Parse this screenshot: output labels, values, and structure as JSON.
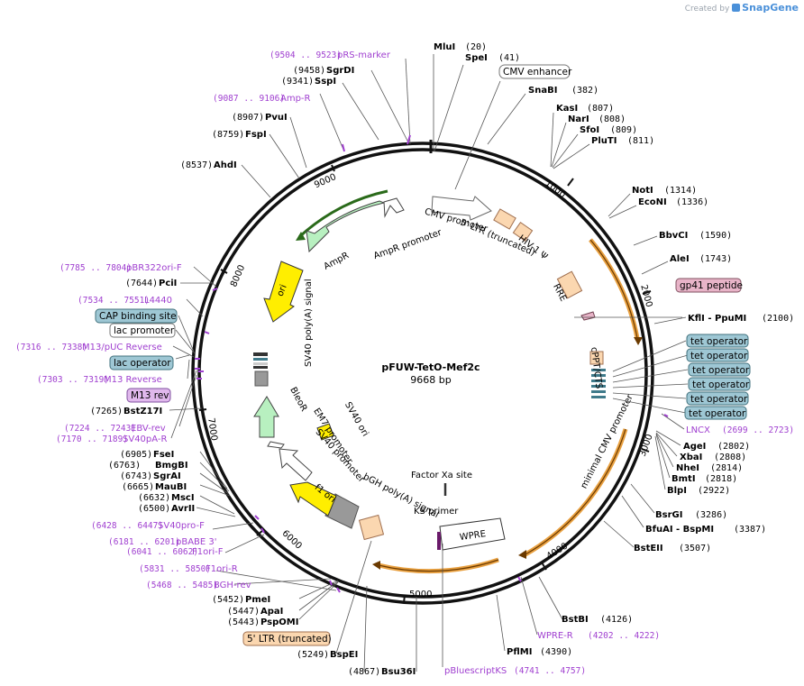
{
  "brand": {
    "created_by": "Created by",
    "name": "SnapGene"
  },
  "plasmid": {
    "name": "pFUW-TetO-Mef2c",
    "size": "9668 bp",
    "length": 9668
  },
  "colors": {
    "backbone": "#111111",
    "enzyme_line": "#555555",
    "purple": "#a040d0",
    "orange_arrow": "#e8a040",
    "green_feature": "#b8f0c0",
    "yellow_feature": "#ffee00",
    "blue_box": "#9ec7d4",
    "pink_box": "#e8b4c8",
    "peach_feature": "#fbd7b0"
  },
  "scale_ticks": [
    "1000",
    "2000",
    "3000",
    "4000",
    "5000",
    "6000",
    "7000",
    "8000",
    "9000"
  ],
  "enzymes": [
    {
      "name": "MluI",
      "pos": "(20)"
    },
    {
      "name": "SpeI",
      "pos": "(41)"
    },
    {
      "name": "SnaBI",
      "pos": "(382)"
    },
    {
      "name": "KasI",
      "pos": "(807)"
    },
    {
      "name": "NarI",
      "pos": "(808)"
    },
    {
      "name": "SfoI",
      "pos": "(809)"
    },
    {
      "name": "PluTI",
      "pos": "(811)"
    },
    {
      "name": "NotI",
      "pos": "(1314)"
    },
    {
      "name": "EcoNI",
      "pos": "(1336)"
    },
    {
      "name": "BbvCI",
      "pos": "(1590)"
    },
    {
      "name": "AleI",
      "pos": "(1743)"
    },
    {
      "name": "KflI - PpuMI",
      "pos": "(2100)"
    },
    {
      "name": "AgeI",
      "pos": "(2802)"
    },
    {
      "name": "XbaI",
      "pos": "(2808)"
    },
    {
      "name": "NheI",
      "pos": "(2814)"
    },
    {
      "name": "BmtI",
      "pos": "(2818)"
    },
    {
      "name": "BlpI",
      "pos": "(2922)"
    },
    {
      "name": "BsrGI",
      "pos": "(3286)"
    },
    {
      "name": "BfuAI - BspMI",
      "pos": "(3387)"
    },
    {
      "name": "BstEII",
      "pos": "(3507)"
    },
    {
      "name": "BstBI",
      "pos": "(4126)"
    },
    {
      "name": "PflMI",
      "pos": "(4390)"
    },
    {
      "name": "Bsu36I",
      "pos": "(4867)"
    },
    {
      "name": "BspEI",
      "pos": "(5249)"
    },
    {
      "name": "PspOMI",
      "pos": "(5443)"
    },
    {
      "name": "ApaI",
      "pos": "(5447)"
    },
    {
      "name": "PmeI",
      "pos": "(5452)"
    },
    {
      "name": "AvrII",
      "pos": "(6500)"
    },
    {
      "name": "MscI",
      "pos": "(6632)"
    },
    {
      "name": "MauBI",
      "pos": "(6665)"
    },
    {
      "name": "SgrAI",
      "pos": "(6743)"
    },
    {
      "name": "BmgBI",
      "pos": "(6763)"
    },
    {
      "name": "FseI",
      "pos": "(6905)"
    },
    {
      "name": "BstZ17I",
      "pos": "(7265)"
    },
    {
      "name": "PciI",
      "pos": "(7644)"
    },
    {
      "name": "AhdI",
      "pos": "(8537)"
    },
    {
      "name": "FspI",
      "pos": "(8759)"
    },
    {
      "name": "PvuI",
      "pos": "(8907)"
    },
    {
      "name": "SspI",
      "pos": "(9341)"
    },
    {
      "name": "SgrDI",
      "pos": "(9458)"
    }
  ],
  "primers": [
    {
      "range": "(9504 .. 9523)",
      "name": "pRS-marker"
    },
    {
      "range": "(9087 .. 9106)",
      "name": "Amp-R"
    },
    {
      "range": "(7785 .. 7804)",
      "name": "pBR322ori-F"
    },
    {
      "range": "(7534 .. 7551)",
      "name": "L4440"
    },
    {
      "range": "(7316 .. 7338)",
      "name": "M13/pUC Reverse"
    },
    {
      "range": "(7303 .. 7319)",
      "name": "M13 Reverse"
    },
    {
      "range": "(7224 .. 7243)",
      "name": "EBV-rev"
    },
    {
      "range": "(7170 .. 7189)",
      "name": "SV40pA-R"
    },
    {
      "range": "(6428 .. 6447)",
      "name": "SV40pro-F"
    },
    {
      "range": "(6181 .. 6201)",
      "name": "pBABE 3'"
    },
    {
      "range": "(6041 .. 6062)",
      "name": "F1ori-F"
    },
    {
      "range": "(5831 .. 5850)",
      "name": "F1ori-R"
    },
    {
      "range": "(5468 .. 5485)",
      "name": "BGH-rev"
    },
    {
      "range": "(2699 .. 2723)",
      "name": "LNCX"
    },
    {
      "range": "(4202 .. 4222)",
      "name": "WPRE-R"
    },
    {
      "range": "(4741 .. 4757)",
      "name": "pBluescriptKS"
    }
  ],
  "boxed_labels": {
    "cmv_enhancer": "CMV enhancer",
    "gp41": "gp41 peptide",
    "tet_operator": "tet operator",
    "cap": "CAP binding site",
    "lac_promoter": "lac promoter",
    "lac_operator": "lac operator",
    "m13_rev": "M13 rev",
    "ltr5": "5' LTR (truncated)"
  },
  "features": {
    "cmv_promoter": "CMV promoter",
    "ltr5_trunc": "5' LTR (truncated)",
    "hiv_psi": "HIV-1 Ψ",
    "rre": "RRE",
    "cppt": "cPPT/CTS",
    "min_cmv": "minimal CMV promoter",
    "wpre": "WPRE",
    "ks_primer": "KS primer",
    "factor_xa": "Factor Xa site",
    "bgh": "bGH poly(A) signal",
    "f1_ori": "f1 ori",
    "sv40_promoter": "SV40 promoter",
    "em7": "EM7 promoter",
    "bleor": "BleoR",
    "sv40_ori": "SV40 ori",
    "sv40_polya": "SV40 poly(A) signal",
    "ori": "ori",
    "ampr": "AmpR",
    "ampr_promoter": "AmpR promoter"
  }
}
